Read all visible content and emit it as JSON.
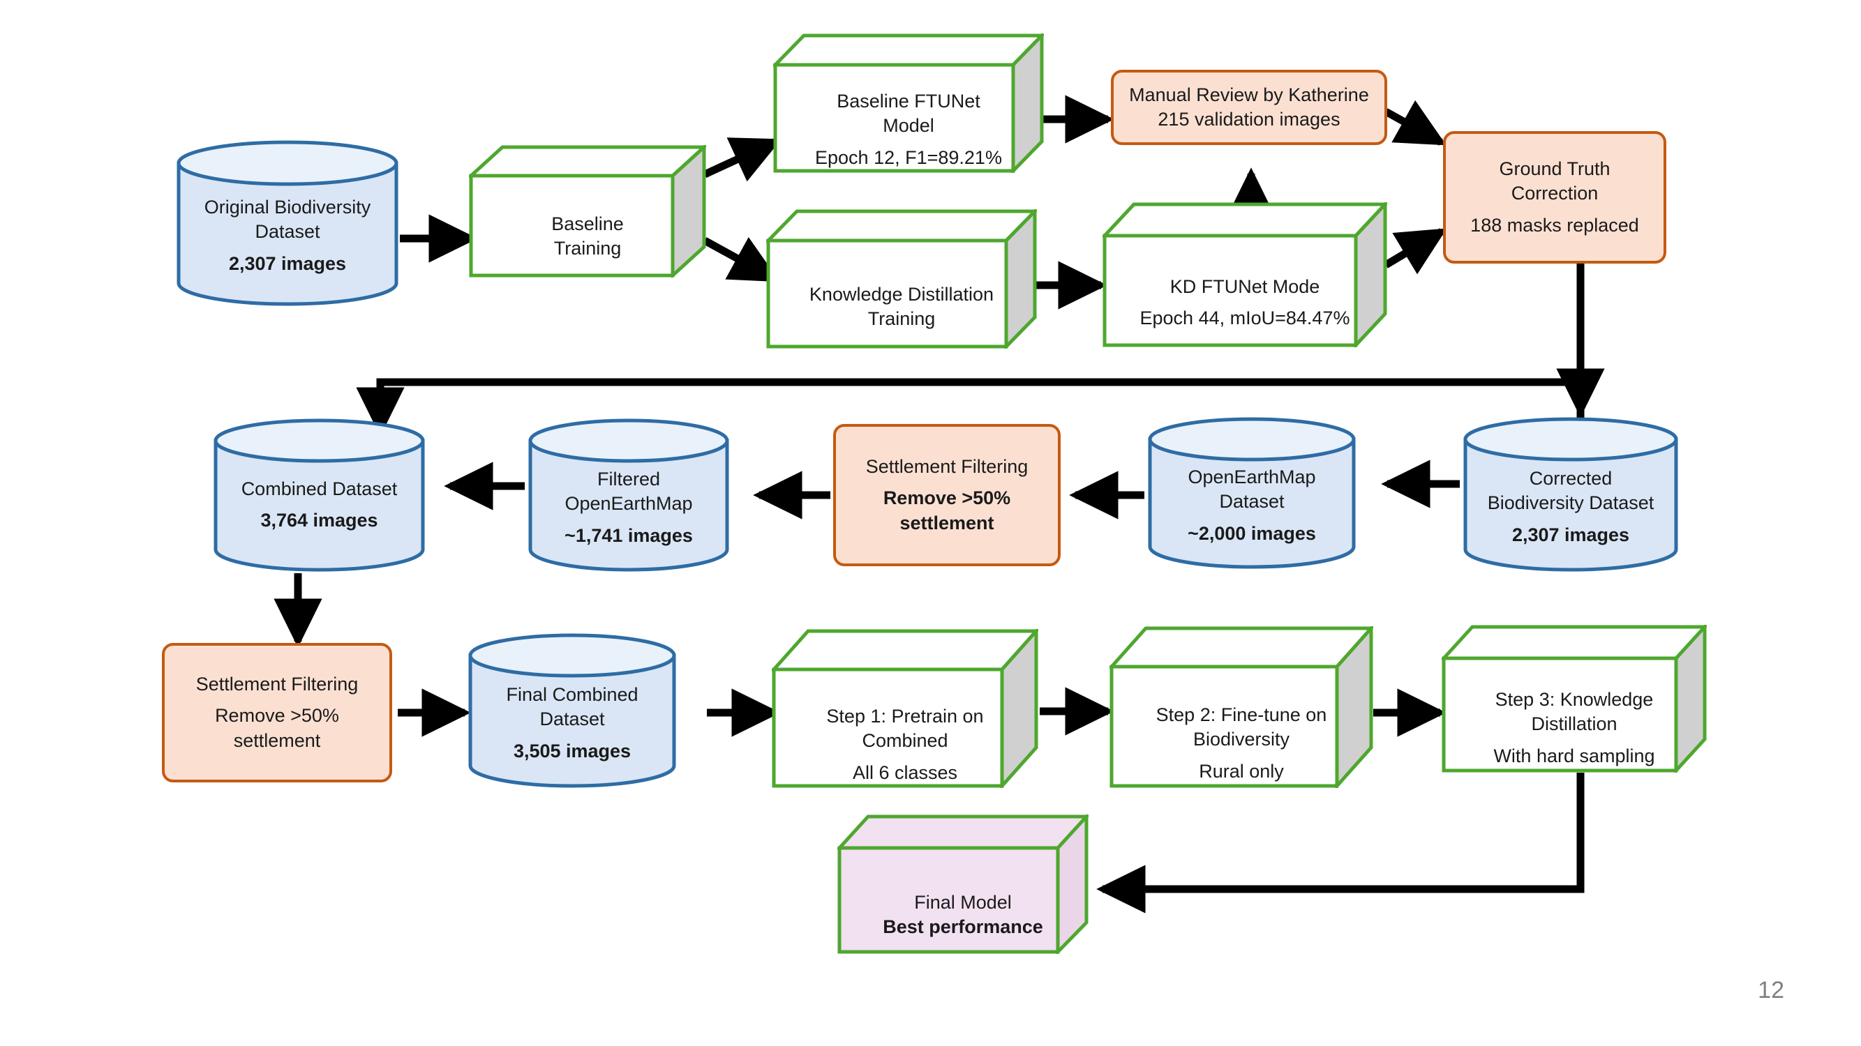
{
  "slide": {
    "page_number": "12",
    "background": "#ffffff"
  },
  "palette": {
    "cylinder_fill": "#dae6f5",
    "cylinder_top_fill": "#e9f1fa",
    "cylinder_stroke": "#2e6ca4",
    "cube_stroke": "#4ea72e",
    "cube_face_fill": "#ffffff",
    "cube_side_fill": "#d0d0d0",
    "cube_top_fill": "#ffffff",
    "orange_fill": "#fbe0d2",
    "orange_stroke": "#c55a11",
    "pink_fill": "#f2e1f1",
    "arrow_color": "#000000",
    "page_number_color": "#7f7f7f"
  },
  "nodes": {
    "original_dataset": {
      "shape": "cylinder",
      "line1": "Original Biodiversity",
      "line2": "Dataset",
      "line3": "2,307 images"
    },
    "baseline_training": {
      "shape": "cube",
      "line1": "Baseline",
      "line2": "Training"
    },
    "baseline_model": {
      "shape": "cube",
      "line1": "Baseline FTUNet",
      "line2": "Model",
      "line3": "Epoch 12, F1=89.21%"
    },
    "kd_training": {
      "shape": "cube",
      "line1": "Knowledge Distillation",
      "line2": "Training"
    },
    "kd_model": {
      "shape": "cube",
      "line1": "KD FTUNet Mode",
      "line2": "Epoch 44, mIoU=84.47%"
    },
    "manual_review": {
      "shape": "rounded-rect",
      "line1": "Manual Review by Katherine",
      "line2": "215 validation images"
    },
    "ground_truth_correction": {
      "shape": "rounded-rect",
      "line1": "Ground Truth",
      "line2": "Correction",
      "line3": "188 masks replaced"
    },
    "corrected_dataset": {
      "shape": "cylinder",
      "line1": "Corrected",
      "line2": "Biodiversity Dataset",
      "line3": "2,307 images"
    },
    "openearthmap_dataset": {
      "shape": "cylinder",
      "line1": "OpenEarthMap",
      "line2": "Dataset",
      "line3": "~2,000 images"
    },
    "settlement_filtering_mid": {
      "shape": "rounded-rect",
      "line1": "Settlement Filtering",
      "line2": "Remove >50%",
      "line3": "settlement"
    },
    "filtered_openearthmap": {
      "shape": "cylinder",
      "line1": "Filtered",
      "line2": "OpenEarthMap",
      "line3": "~1,741 images"
    },
    "combined_dataset": {
      "shape": "cylinder",
      "line1": "Combined Dataset",
      "line2": "3,764 images"
    },
    "settlement_filtering_bottom": {
      "shape": "rounded-rect",
      "line1": "Settlement Filtering",
      "line2": "Remove >50%",
      "line3": "settlement"
    },
    "final_combined_dataset": {
      "shape": "cylinder",
      "line1": "Final Combined",
      "line2": "Dataset",
      "line3": "3,505 images"
    },
    "step1": {
      "shape": "cube",
      "line1": "Step 1: Pretrain on",
      "line2": "Combined",
      "line3": "All 6 classes"
    },
    "step2": {
      "shape": "cube",
      "line1": "Step 2: Fine-tune on",
      "line2": "Biodiversity",
      "line3": "Rural only"
    },
    "step3": {
      "shape": "cube",
      "line1": "Step 3: Knowledge",
      "line2": "Distillation",
      "line3": "With hard sampling"
    },
    "final_model": {
      "shape": "cube",
      "line1": "Final Model",
      "line2": "Best performance"
    }
  }
}
